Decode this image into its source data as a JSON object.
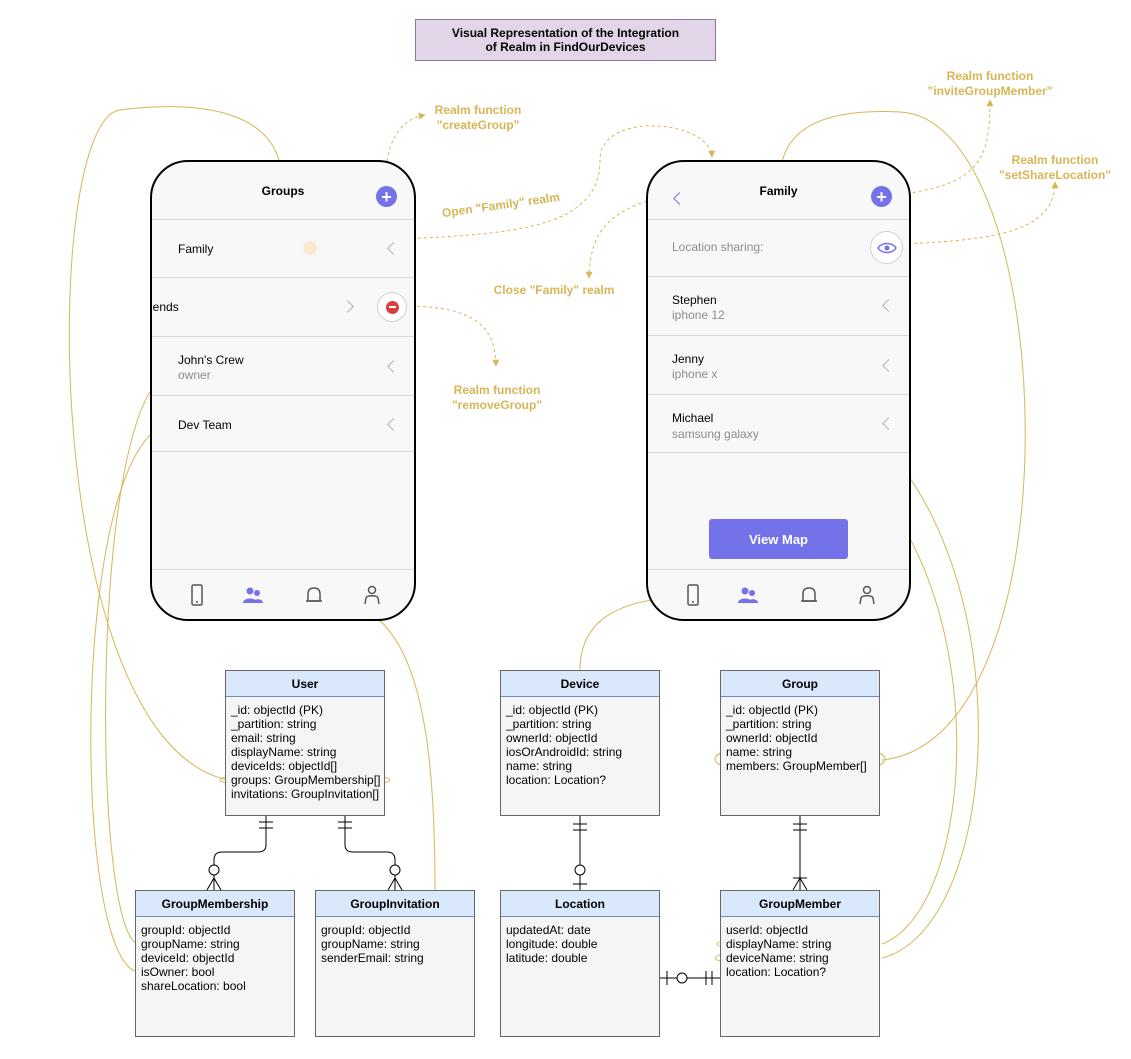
{
  "title": "Visual Representation of the Integration\nof Realm in FindOurDevices",
  "annotations": {
    "create_group": "Realm function\n\"createGroup\"",
    "invite_member": "Realm function\n\"inviteGroupMember\"",
    "set_share_location": "Realm function\n\"setShareLocation\"",
    "open_family": "Open \"Family\" realm",
    "close_family": "Close \"Family\" realm",
    "remove_group": "Realm function\n\"removeGroup\""
  },
  "groups_phone": {
    "title": "Groups",
    "rows": [
      {
        "title": "Family",
        "sub": ""
      },
      {
        "title": "iends",
        "sub": ""
      },
      {
        "title": "John's Crew",
        "sub": "owner"
      },
      {
        "title": "Dev Team",
        "sub": ""
      }
    ]
  },
  "family_phone": {
    "title": "Family",
    "location_label": "Location sharing:",
    "members": [
      {
        "name": "Stephen",
        "device": "iphone 12"
      },
      {
        "name": "Jenny",
        "device": "iphone x"
      },
      {
        "name": "Michael",
        "device": "samsung galaxy"
      }
    ],
    "view_map": "View Map"
  },
  "entities": {
    "user": {
      "name": "User",
      "fields": [
        "_id: objectId (PK)",
        "_partition: string",
        "email: string",
        "displayName: string",
        "deviceIds: objectId[]",
        "groups: GroupMembership[]",
        "invitations: GroupInvitation[]"
      ]
    },
    "device": {
      "name": "Device",
      "fields": [
        "_id: objectId (PK)",
        "_partition: string",
        "ownerId: objectId",
        "iosOrAndroidId: string",
        "name: string",
        "location: Location?"
      ]
    },
    "group": {
      "name": "Group",
      "fields": [
        "_id: objectId (PK)",
        "_partition: string",
        "ownerId: objectId",
        "name: string",
        "members: GroupMember[]"
      ]
    },
    "group_membership": {
      "name": "GroupMembership",
      "fields": [
        "groupId: objectId",
        "groupName: string",
        "deviceId: objectId",
        "isOwner: bool",
        "shareLocation: bool"
      ]
    },
    "group_invitation": {
      "name": "GroupInvitation",
      "fields": [
        "groupId: objectId",
        "groupName: string",
        "senderEmail: string"
      ]
    },
    "location": {
      "name": "Location",
      "fields": [
        "updatedAt: date",
        "longitude: double",
        "latitude: double"
      ]
    },
    "group_member": {
      "name": "GroupMember",
      "fields": [
        "userId: objectId",
        "displayName: string",
        "deviceName: string",
        "location: Location?"
      ]
    }
  },
  "colors": {
    "accent": "#7472e8",
    "annotation": "#d6b656",
    "entity_header": "#dae8fc",
    "title_fill": "#e1d5e7"
  }
}
